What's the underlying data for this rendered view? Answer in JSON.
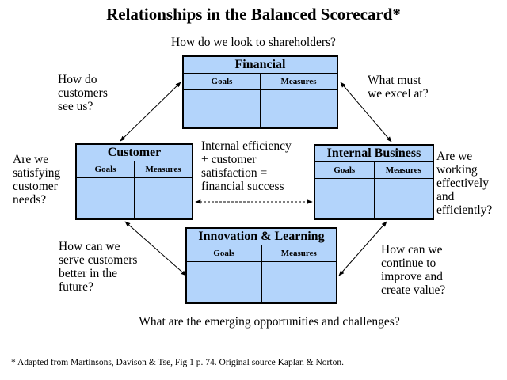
{
  "title": "Relationships in the Balanced Scorecard*",
  "cards": {
    "financial": {
      "name": "Financial",
      "goals_label": "Goals",
      "measures_label": "Measures"
    },
    "customer": {
      "name": "Customer",
      "goals_label": "Goals",
      "measures_label": "Measures"
    },
    "internal": {
      "name": "Internal Business",
      "goals_label": "Goals",
      "measures_label": "Measures"
    },
    "innovation": {
      "name": "Innovation & Learning",
      "goals_label": "Goals",
      "measures_label": "Measures"
    }
  },
  "questions": {
    "shareholders": "How do we look to shareholders?",
    "customers_see": [
      "How do",
      "customers",
      "see us?"
    ],
    "excel": [
      "What must",
      "we excel at?"
    ],
    "satisfying": [
      "Are we",
      "satisfying",
      "customer",
      "needs?"
    ],
    "working": [
      "Are we",
      "working",
      "effectively",
      "and",
      "efficiently?"
    ],
    "serve": [
      "How can we",
      "serve customers",
      "better in the",
      "future?"
    ],
    "improve": [
      "How can we",
      "continue to",
      "improve and",
      "create value?"
    ],
    "emerging": "What are the emerging opportunities and challenges?"
  },
  "center_text": [
    "Internal efficiency",
    "+ customer",
    "satisfaction =",
    "financial success"
  ],
  "footnote": "* Adapted from Martinsons, Davison & Tse, Fig 1  p. 74.  Original source Kaplan & Norton.",
  "colors": {
    "card_fill": "#b3d4fb",
    "border": "#000000",
    "background": "#ffffff"
  }
}
